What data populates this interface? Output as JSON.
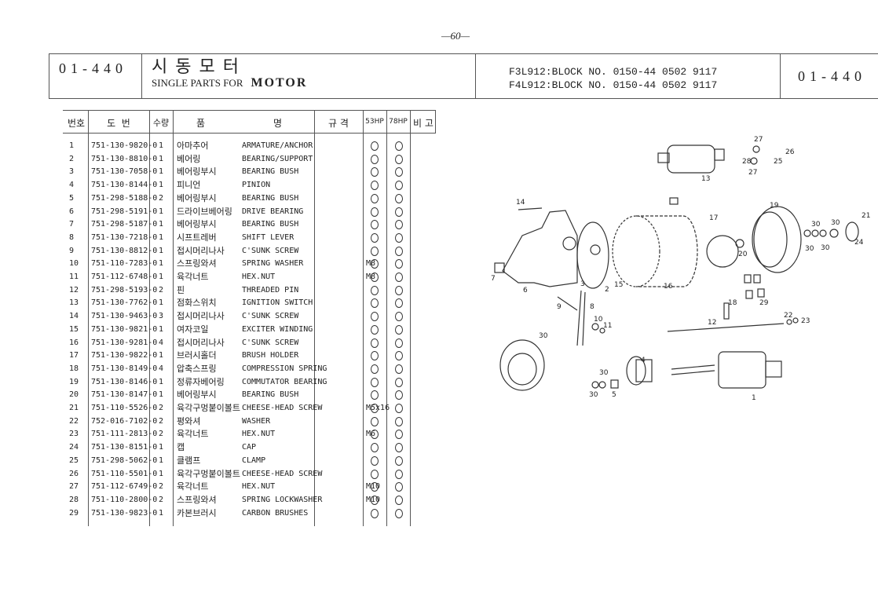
{
  "page_number": "—60—",
  "header": {
    "code": "01-440",
    "title_ko": "시동모터",
    "title_en_prefix": "SINGLE PARTS FOR",
    "title_en_main": "MOTOR",
    "block_lines": [
      "F3L912:BLOCK NO. 0150-44 0502 9117",
      "F4L912:BLOCK NO. 0150-44 0502 9117"
    ],
    "code_right": "01-440"
  },
  "table": {
    "headers": {
      "no": "번호",
      "part_no": "도  번",
      "qty": "수량",
      "name_a": "품",
      "name_b": "명",
      "spec": "규 격",
      "hp53": "53HP",
      "hp78": "78HP",
      "remark": "비 고"
    },
    "rows": [
      {
        "no": "1",
        "part": "751-130-9820-0",
        "qty": "1",
        "ko": "아마추어",
        "en": "ARMATURE/ANCHOR",
        "spec": ""
      },
      {
        "no": "2",
        "part": "751-130-8810-0",
        "qty": "1",
        "ko": "베어링",
        "en": "BEARING/SUPPORT",
        "spec": ""
      },
      {
        "no": "3",
        "part": "751-130-7058-0",
        "qty": "1",
        "ko": "베어링부시",
        "en": "BEARING BUSH",
        "spec": ""
      },
      {
        "no": "4",
        "part": "751-130-8144-0",
        "qty": "1",
        "ko": "피니언",
        "en": "PINION",
        "spec": ""
      },
      {
        "no": "5",
        "part": "751-298-5188-0",
        "qty": "2",
        "ko": "베어링부시",
        "en": "BEARING BUSH",
        "spec": ""
      },
      {
        "no": "6",
        "part": "751-298-5191-0",
        "qty": "1",
        "ko": "드라이브베어링",
        "en": "DRIVE BEARING",
        "spec": ""
      },
      {
        "no": "7",
        "part": "751-298-5187-0",
        "qty": "1",
        "ko": "베어링부시",
        "en": "BEARING BUSH",
        "spec": ""
      },
      {
        "no": "8",
        "part": "751-130-7218-0",
        "qty": "1",
        "ko": "시프트레버",
        "en": "SHIFT LEVER",
        "spec": ""
      },
      {
        "no": "9",
        "part": "751-130-8812-0",
        "qty": "1",
        "ko": "접시머리나사",
        "en": "C'SUNK SCREW",
        "spec": ""
      },
      {
        "no": "10",
        "part": "751-110-7283-0",
        "qty": "1",
        "ko": "스프링와셔",
        "en": "SPRING WASHER",
        "spec": "M8"
      },
      {
        "no": "11",
        "part": "751-112-6748-0",
        "qty": "1",
        "ko": "육각너트",
        "en": "HEX.NUT",
        "spec": "M8"
      },
      {
        "no": "12",
        "part": "751-298-5193-0",
        "qty": "2",
        "ko": "핀",
        "en": "THREADED PIN",
        "spec": ""
      },
      {
        "no": "13",
        "part": "751-130-7762-0",
        "qty": "1",
        "ko": "점화스위치",
        "en": "IGNITION SWITCH",
        "spec": ""
      },
      {
        "no": "14",
        "part": "751-130-9463-0",
        "qty": "3",
        "ko": "접시머리나사",
        "en": "C'SUNK SCREW",
        "spec": ""
      },
      {
        "no": "15",
        "part": "751-130-9821-0",
        "qty": "1",
        "ko": "여자코일",
        "en": "EXCITER WINDING",
        "spec": ""
      },
      {
        "no": "16",
        "part": "751-130-9281-0",
        "qty": "4",
        "ko": "접시머리나사",
        "en": "C'SUNK SCREW",
        "spec": ""
      },
      {
        "no": "17",
        "part": "751-130-9822-0",
        "qty": "1",
        "ko": "브러시홀더",
        "en": "BRUSH HOLDER",
        "spec": ""
      },
      {
        "no": "18",
        "part": "751-130-8149-0",
        "qty": "4",
        "ko": "압축스프링",
        "en": "COMPRESSION SPRING",
        "spec": ""
      },
      {
        "no": "19",
        "part": "751-130-8146-0",
        "qty": "1",
        "ko": "정류자베어링",
        "en": "COMMUTATOR BEARING",
        "spec": ""
      },
      {
        "no": "20",
        "part": "751-130-8147-0",
        "qty": "1",
        "ko": "베어링부시",
        "en": "BEARING BUSH",
        "spec": ""
      },
      {
        "no": "21",
        "part": "751-110-5526-0",
        "qty": "2",
        "ko": "육각구멍붙이볼트",
        "en": "CHEESE-HEAD SCREW",
        "spec": "M5x16"
      },
      {
        "no": "22",
        "part": "752-016-7102-0",
        "qty": "2",
        "ko": "평와셔",
        "en": "WASHER",
        "spec": ""
      },
      {
        "no": "23",
        "part": "751-111-2813-0",
        "qty": "2",
        "ko": "육각너트",
        "en": "HEX.NUT",
        "spec": "M6"
      },
      {
        "no": "24",
        "part": "751-130-8151-0",
        "qty": "1",
        "ko": "캡",
        "en": "CAP",
        "spec": ""
      },
      {
        "no": "25",
        "part": "751-298-5062-0",
        "qty": "1",
        "ko": "클램프",
        "en": "CLAMP",
        "spec": ""
      },
      {
        "no": "26",
        "part": "751-110-5501-0",
        "qty": "1",
        "ko": "육각구멍붙이볼트",
        "en": "CHEESE-HEAD SCREW",
        "spec": ""
      },
      {
        "no": "27",
        "part": "751-112-6749-0",
        "qty": "2",
        "ko": "육각너트",
        "en": "HEX.NUT",
        "spec": "M10"
      },
      {
        "no": "28",
        "part": "751-110-2800-0",
        "qty": "2",
        "ko": "스프링와셔",
        "en": "SPRING LOCKWASHER",
        "spec": "M10"
      },
      {
        "no": "29",
        "part": "751-130-9823-0",
        "qty": "1",
        "ko": "카본브러시",
        "en": "CARBON BRUSHES",
        "spec": ""
      }
    ]
  },
  "diagram": {
    "callouts": [
      "27",
      "26",
      "25",
      "28",
      "27",
      "13",
      "14",
      "19",
      "17",
      "21",
      "30",
      "30",
      "20",
      "30",
      "30",
      "24",
      "7",
      "6",
      "3",
      "2",
      "15",
      "16",
      "18",
      "29",
      "9",
      "8",
      "10",
      "11",
      "12",
      "22",
      "23",
      "30",
      "4",
      "30",
      "30",
      "5",
      "1"
    ]
  }
}
